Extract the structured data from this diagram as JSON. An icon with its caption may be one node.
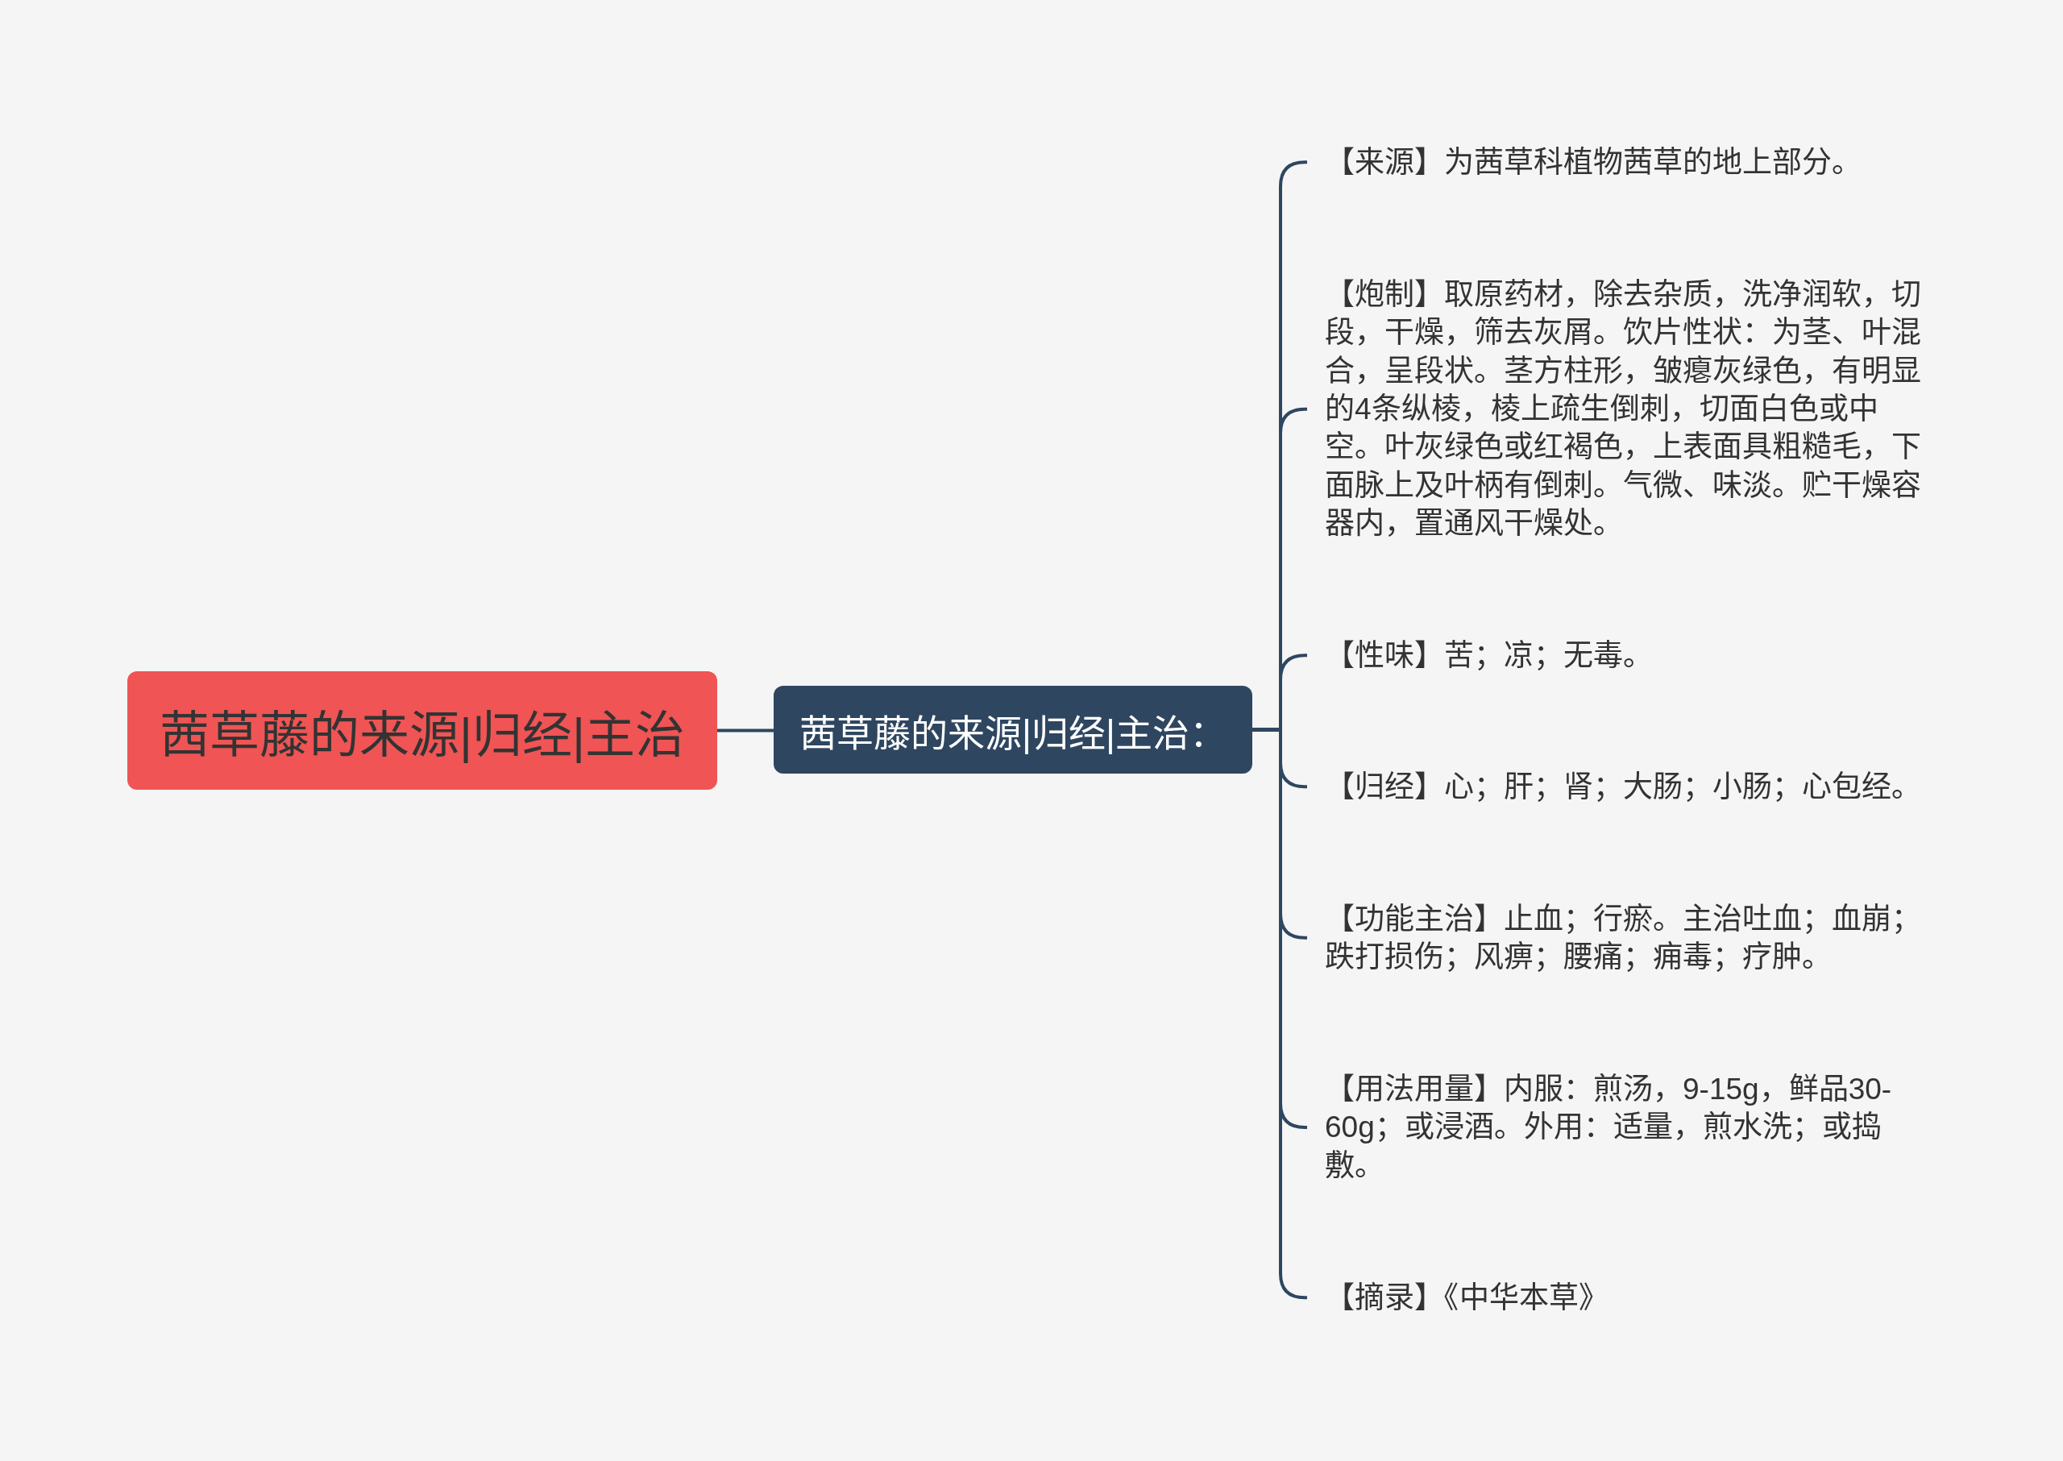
{
  "diagram": {
    "nodes": [
      {
        "text": [
          "茜草藤的来源|归经|主治"
        ]
      },
      {
        "text": [
          "茜草藤的来源|归经|主治："
        ]
      },
      {
        "text": [
          "【来源】为茜草科植物茜草的地上部分。"
        ]
      },
      {
        "text": [
          "【炮制】取原药材，除去杂质，洗净润软，切段，干燥，筛去灰屑。饮片性状：为茎、叶混合，呈段状。茎方柱形，皱瘪灰绿色，有明显的4条纵棱，棱上疏生倒刺，切面白色或中空。叶灰绿色或红褐色，上表面具粗糙毛，下面脉上及叶柄有倒刺。气微、味淡。贮干燥容器内，置通风干燥处。"
        ]
      },
      {
        "text": [
          "【性味】苦；凉；无毒。"
        ]
      },
      {
        "text": [
          "【归经】心；肝；肾；大肠；小肠；心包经。"
        ]
      },
      {
        "text": [
          "【功能主治】止血；行瘀。主治吐血；血崩；跌打损伤；风痹；腰痛；痈毒；疗肿。"
        ]
      },
      {
        "text": [
          "【用法用量】内服：煎汤，9-15g，鲜品30-60g；或浸酒。外用：适量，煎水洗；或捣敷。"
        ]
      },
      {
        "text": [
          "【摘录】《中华本草》"
        ]
      }
    ],
    "edges": [
      {
        "from": 0,
        "to": 1,
        "arrow": "none"
      },
      {
        "from": 1,
        "to": 2,
        "arrow": "none"
      },
      {
        "from": 1,
        "to": 3,
        "arrow": "none"
      },
      {
        "from": 1,
        "to": 4,
        "arrow": "none"
      },
      {
        "from": 1,
        "to": 5,
        "arrow": "none"
      },
      {
        "from": 1,
        "to": 6,
        "arrow": "none"
      },
      {
        "from": 1,
        "to": 7,
        "arrow": "none"
      },
      {
        "from": 1,
        "to": 8,
        "arrow": "none"
      }
    ]
  }
}
